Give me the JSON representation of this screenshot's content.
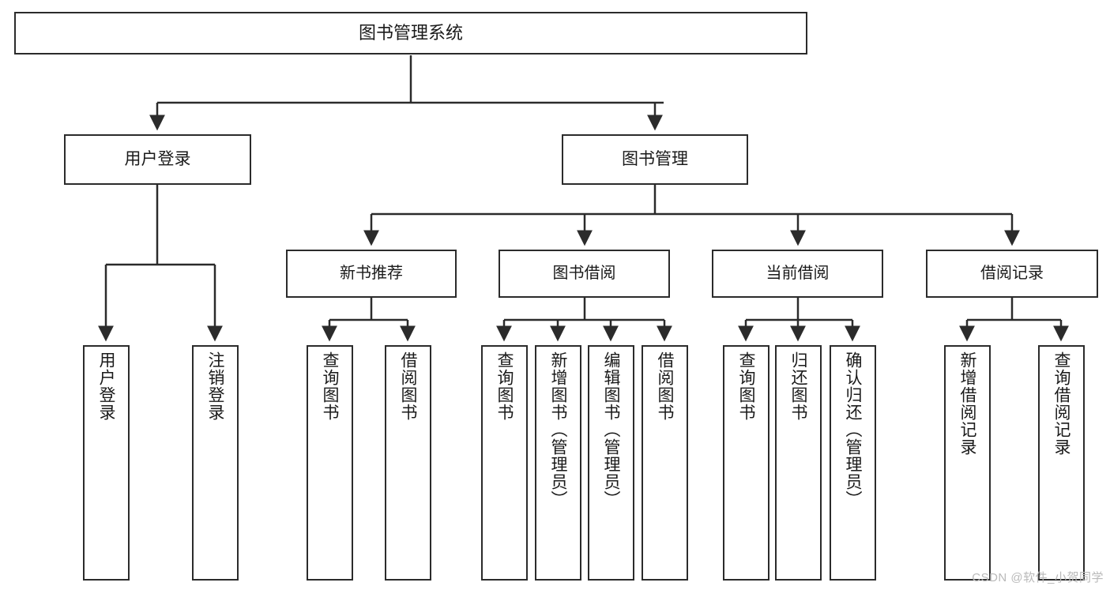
{
  "diagram": {
    "title": "图书管理系统",
    "watermark": "CSDN @软件_小贺同学",
    "style": {
      "box_stroke": "#2b2b2b",
      "edge_stroke": "#2b2b2b",
      "background": "#ffffff",
      "text_color": "#1a1a1a",
      "watermark_color": "#b9b9b9"
    },
    "root": {
      "label": "图书管理系统"
    },
    "level2": [
      {
        "label": "用户登录"
      },
      {
        "label": "图书管理"
      }
    ],
    "level3": [
      {
        "label": "新书推荐"
      },
      {
        "label": "图书借阅"
      },
      {
        "label": "当前借阅"
      },
      {
        "label": "借阅记录"
      }
    ],
    "leaves": {
      "user_login": [
        {
          "label": "用户登录"
        },
        {
          "label": "注销登录"
        }
      ],
      "new_book_recommend": [
        {
          "label": "查询图书"
        },
        {
          "label": "借阅图书"
        }
      ],
      "book_borrow": [
        {
          "label": "查询图书"
        },
        {
          "label": "新增图书（管理员）"
        },
        {
          "label": "编辑图书（管理员）"
        },
        {
          "label": "借阅图书"
        }
      ],
      "current_borrow": [
        {
          "label": "查询图书"
        },
        {
          "label": "归还图书"
        },
        {
          "label": "确认归还（管理员）"
        }
      ],
      "borrow_record": [
        {
          "label": "新增借阅记录"
        },
        {
          "label": "查询借阅记录"
        }
      ]
    }
  }
}
